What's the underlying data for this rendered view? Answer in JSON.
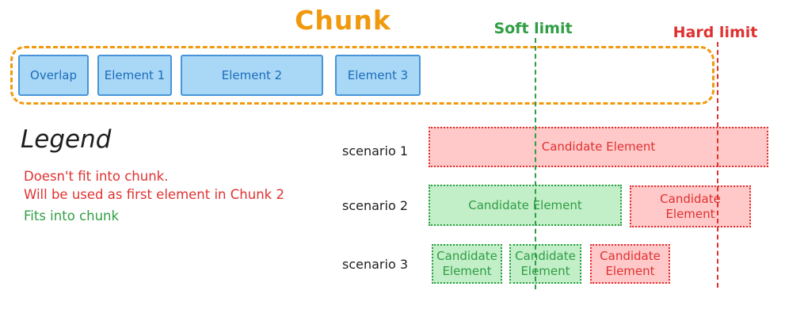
{
  "title": "Chunk",
  "colors": {
    "orange": "#f0990d",
    "green": "#2f9e44",
    "green-fill": "#c2eec8",
    "red": "#e03131",
    "red-fill": "#ffc9c9",
    "blue-border": "#4795d6",
    "blue-fill": "#a9d8f7",
    "blue-text": "#1b6cba",
    "ink": "#1e1e1e"
  },
  "chunk": {
    "elements": [
      {
        "label": "Overlap"
      },
      {
        "label": "Element 1"
      },
      {
        "label": "Element 2"
      },
      {
        "label": "Element 3"
      }
    ]
  },
  "limits": {
    "soft": {
      "label": "Soft limit"
    },
    "hard": {
      "label": "Hard limit"
    }
  },
  "legend": {
    "title": "Legend",
    "doesnt_fit_line1": "Doesn't fit into chunk.",
    "doesnt_fit_line2": "Will be used as first element in Chunk 2",
    "fits": "Fits into chunk"
  },
  "scenarios": [
    {
      "label": "scenario 1",
      "boxes": [
        {
          "text": "Candidate Element",
          "status": "doesnt-fit"
        }
      ]
    },
    {
      "label": "scenario 2",
      "boxes": [
        {
          "text": "Candidate Element",
          "status": "fits"
        },
        {
          "text": "Candidate Element",
          "status": "doesnt-fit"
        }
      ]
    },
    {
      "label": "scenario 3",
      "boxes": [
        {
          "text": "Candidate Element",
          "status": "fits"
        },
        {
          "text": "Candidate Element",
          "status": "fits"
        },
        {
          "text": "Candidate Element",
          "status": "doesnt-fit"
        }
      ]
    }
  ]
}
